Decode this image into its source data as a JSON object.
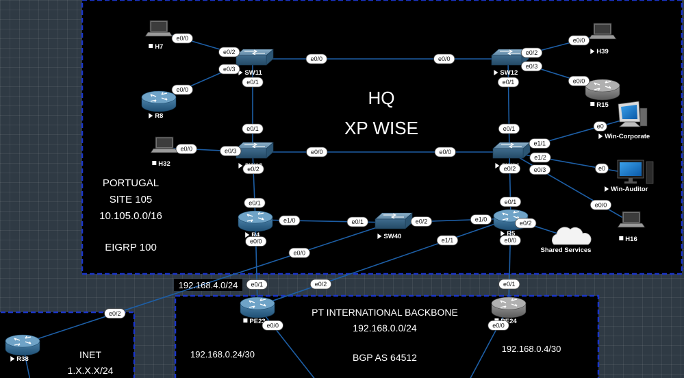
{
  "areas": {
    "hq": {
      "title": "HQ",
      "subtitle": "XP WISE",
      "color": "#000000"
    },
    "portugal": {
      "line1": "PORTUGAL",
      "line2": "SITE 105",
      "line3": "10.105.0.0/16",
      "line4": "EIGRP 100"
    },
    "backbone": {
      "title": "PT INTERNATIONAL BACKBONE",
      "network": "192.168.0.0/24",
      "bgp": "BGP AS 64512"
    },
    "inet": {
      "title": "INET",
      "network": "1.X.X.X/24"
    }
  },
  "subnets": {
    "r4_pe23": "192.168.4.0/24",
    "pe23_down": "192.168.0.24/30",
    "pe24_down": "192.168.0.4/30"
  },
  "devices": [
    {
      "id": "H7",
      "label": "H7",
      "type": "laptop",
      "marker": "square"
    },
    {
      "id": "R8",
      "label": "R8",
      "type": "router",
      "marker": "triangle"
    },
    {
      "id": "SW11",
      "label": "SW11",
      "type": "switch",
      "marker": "triangle"
    },
    {
      "id": "SW12",
      "label": "SW12",
      "type": "switch",
      "marker": "triangle"
    },
    {
      "id": "H39",
      "label": "H39",
      "type": "laptop",
      "marker": "triangle"
    },
    {
      "id": "R15",
      "label": "R15",
      "type": "router",
      "marker": "square"
    },
    {
      "id": "WinCorp",
      "label": "Win-Corporate",
      "type": "workstation",
      "marker": "triangle"
    },
    {
      "id": "H32",
      "label": "H32",
      "type": "laptop",
      "marker": "square"
    },
    {
      "id": "SW13",
      "label": "SW13",
      "type": "switch",
      "marker": "triangle"
    },
    {
      "id": "SW14",
      "label": "SW14",
      "type": "switch",
      "marker": "triangle"
    },
    {
      "id": "WinAud",
      "label": "Win-Auditor",
      "type": "desktop",
      "marker": "triangle"
    },
    {
      "id": "R4",
      "label": "R4",
      "type": "router",
      "marker": "triangle"
    },
    {
      "id": "SW40",
      "label": "SW40",
      "type": "switch",
      "marker": "triangle"
    },
    {
      "id": "R5",
      "label": "R5",
      "type": "router",
      "marker": "triangle"
    },
    {
      "id": "Cloud",
      "label": "Shared Services",
      "type": "cloud",
      "marker": "none"
    },
    {
      "id": "H16",
      "label": "H16",
      "type": "laptop",
      "marker": "square"
    },
    {
      "id": "PE23",
      "label": "PE23",
      "type": "router",
      "marker": "square"
    },
    {
      "id": "PE24",
      "label": "PE24",
      "type": "router",
      "marker": "square"
    },
    {
      "id": "R38",
      "label": "R38",
      "type": "router",
      "marker": "triangle"
    }
  ],
  "links": [
    {
      "a": "H7",
      "b": "SW11",
      "ports": [
        "e0/0",
        "e0/2"
      ]
    },
    {
      "a": "R8",
      "b": "SW11",
      "ports": [
        "e0/0",
        "e0/3"
      ]
    },
    {
      "a": "SW11",
      "b": "SW12",
      "ports": [
        "e0/0",
        "e0/0"
      ]
    },
    {
      "a": "SW11",
      "b": "SW13",
      "ports": [
        "e0/1",
        "e0/1"
      ]
    },
    {
      "a": "SW12",
      "b": "H39",
      "ports": [
        "e0/2",
        "e0/0"
      ]
    },
    {
      "a": "SW12",
      "b": "R15",
      "ports": [
        "e0/3",
        "e0/0"
      ]
    },
    {
      "a": "SW12",
      "b": "SW14",
      "ports": [
        "e0/1",
        "e0/1"
      ]
    },
    {
      "a": "H32",
      "b": "SW13",
      "ports": [
        "e0/0",
        "e0/3"
      ]
    },
    {
      "a": "SW13",
      "b": "SW14",
      "ports": [
        "e0/0",
        "e0/0"
      ]
    },
    {
      "a": "SW13",
      "b": "R4",
      "ports": [
        "e0/2",
        "e0/1"
      ]
    },
    {
      "a": "SW14",
      "b": "WinCorp",
      "ports": [
        "e1/1",
        "e0"
      ]
    },
    {
      "a": "SW14",
      "b": "WinAud",
      "ports": [
        "e1/2",
        "e0"
      ]
    },
    {
      "a": "SW14",
      "b": "H16",
      "ports": [
        "e0/3",
        "e0/0"
      ]
    },
    {
      "a": "SW14",
      "b": "R5",
      "ports": [
        "e0/2",
        "e0/1"
      ]
    },
    {
      "a": "R4",
      "b": "SW40",
      "ports": [
        "e1/0",
        "e0/1"
      ]
    },
    {
      "a": "SW40",
      "b": "R5",
      "ports": [
        "e0/2",
        "e1/0"
      ]
    },
    {
      "a": "R5",
      "b": "Cloud",
      "ports": [
        "e0/2",
        ""
      ]
    },
    {
      "a": "R4",
      "b": "PE23",
      "ports": [
        "e0/0",
        "e0/1"
      ]
    },
    {
      "a": "R5",
      "b": "PE24",
      "ports": [
        "e0/0",
        "e0/1"
      ]
    },
    {
      "a": "SW40",
      "b": "R38",
      "ports": [
        "e0/0",
        "e0/2"
      ]
    },
    {
      "a": "R5",
      "b": "PE23",
      "ports": [
        "e1/1",
        "e0/2"
      ]
    },
    {
      "a": "PE23",
      "b": "OFF1",
      "ports": [
        "e0/0",
        ""
      ]
    },
    {
      "a": "PE24",
      "b": "OFF2",
      "ports": [
        "e0/0",
        ""
      ]
    },
    {
      "a": "R38",
      "b": "OFF3",
      "ports": [
        "",
        ""
      ]
    }
  ]
}
